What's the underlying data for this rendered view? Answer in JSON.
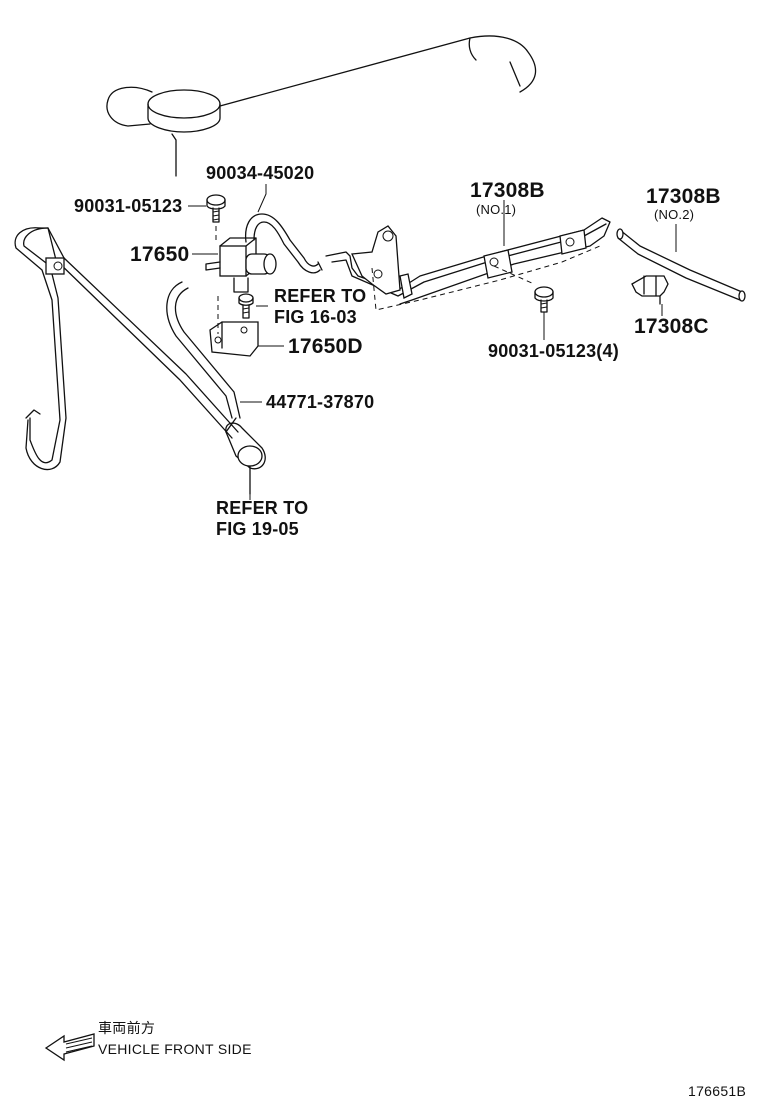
{
  "parts": {
    "p_90031_05123": "90031-05123",
    "p_90034_45020": "90034-45020",
    "p_17650": "17650",
    "p_17650D": "17650D",
    "p_44771_37870": "44771-37870",
    "p_17308B_no1": "17308B",
    "p_17308B_no1_sub": "(NO.1)",
    "p_17308B_no2": "17308B",
    "p_17308B_no2_sub": "(NO.2)",
    "p_17308C": "17308C",
    "p_90031_05123_4": "90031-05123(4)"
  },
  "references": {
    "refer_fig_16_03_line1": "REFER TO",
    "refer_fig_16_03_line2": "FIG 16-03",
    "refer_fig_19_05_line1": "REFER TO",
    "refer_fig_19_05_line2": "FIG 19-05"
  },
  "direction": {
    "japanese": "車両前方",
    "english": "VEHICLE FRONT SIDE",
    "icon": "front-arrow-icon"
  },
  "figure_number": "176651B"
}
